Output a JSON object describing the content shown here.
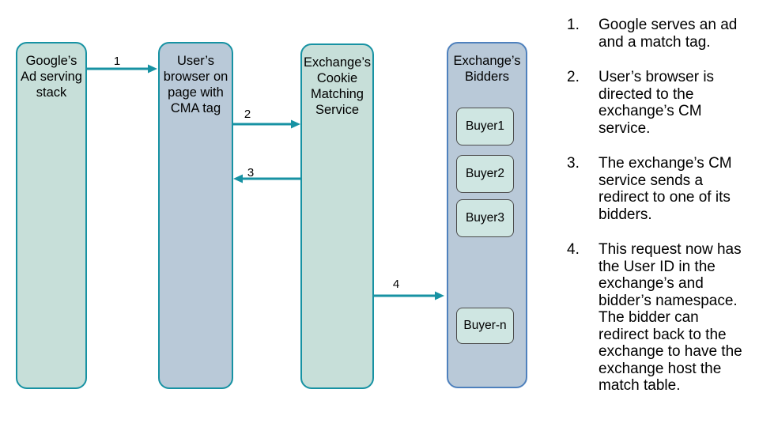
{
  "colors": {
    "page_bg": "#ffffff",
    "teal": "#1792a3",
    "green_fill": "#c7dfd9",
    "blue_fill": "#b9c9d8",
    "blue_border": "#4f81bd",
    "buyer_fill": "#cfe6e2",
    "buyer_border": "#4c4c4c"
  },
  "diagram": {
    "nodes": {
      "google": {
        "title": "Google’s\nAd serving\nstack"
      },
      "browser": {
        "title": "User’s\nbrowser on\npage with\nCMA tag"
      },
      "cm_service": {
        "title": "Exchange’s\nCookie\nMatching\nService"
      },
      "bidders": {
        "title": "Exchange’s\nBidders",
        "buyers": [
          "Buyer1",
          "Buyer2",
          "Buyer3",
          "Buyer-n"
        ]
      }
    },
    "arrow_labels": [
      "1",
      "2",
      "3",
      "4"
    ]
  },
  "steps": {
    "items": [
      {
        "num": "1.",
        "text": "Google serves an ad\nand a match tag."
      },
      {
        "num": "2.",
        "text": "User’s browser is\ndirected to the\nexchange’s CM\nservice."
      },
      {
        "num": "3.",
        "text": "The exchange’s CM\nservice sends a\nredirect to one of its\nbidders."
      },
      {
        "num": "4.",
        "text": "This request now has\nthe User ID in the\nexchange’s and\nbidder’s namespace.\nThe bidder can\nredirect back to the\nexchange to have the\nexchange host the\nmatch table."
      }
    ]
  }
}
